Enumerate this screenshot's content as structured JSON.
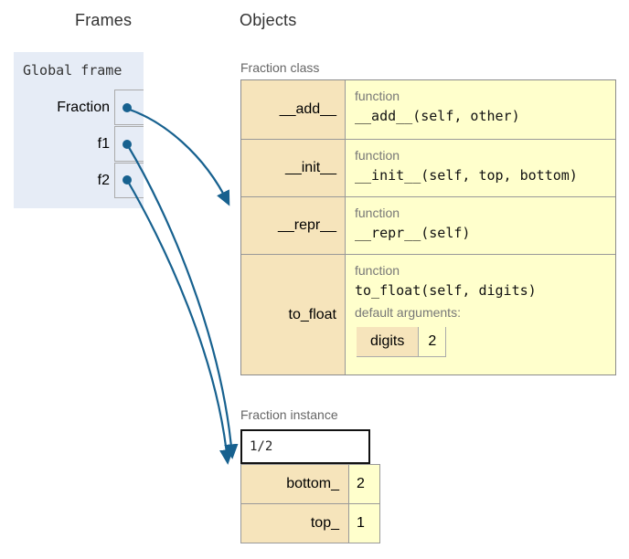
{
  "headers": {
    "frames": "Frames",
    "objects": "Objects"
  },
  "frames": {
    "title": "Global frame",
    "variables": [
      {
        "name": "Fraction",
        "points_to": "Fraction class"
      },
      {
        "name": "f1",
        "points_to": "Fraction instance"
      },
      {
        "name": "f2",
        "points_to": "Fraction instance"
      }
    ]
  },
  "class_obj": {
    "label": "Fraction class",
    "rows": [
      {
        "attr": "__add__",
        "kind": "function",
        "signature": "__add__(self, other)"
      },
      {
        "attr": "__init__",
        "kind": "function",
        "signature": "__init__(self, top, bottom)"
      },
      {
        "attr": "__repr__",
        "kind": "function",
        "signature": "__repr__(self)"
      },
      {
        "attr": "to_float",
        "kind": "function",
        "signature": "to_float(self, digits)",
        "default_args_label": "default arguments:",
        "defaults": [
          {
            "name": "digits",
            "value": "2"
          }
        ]
      }
    ]
  },
  "instance_obj": {
    "label": "Fraction instance",
    "repr": "1/2",
    "attrs": [
      {
        "name": "bottom_",
        "value": "2"
      },
      {
        "name": "top_",
        "value": "1"
      }
    ]
  },
  "colors": {
    "arrow_blue": "#17618f",
    "frame_bg": "#e6ecf6",
    "attr_cell_bg": "#f6e4bb",
    "value_cell_bg": "#ffffcc",
    "table_border": "#999999"
  }
}
